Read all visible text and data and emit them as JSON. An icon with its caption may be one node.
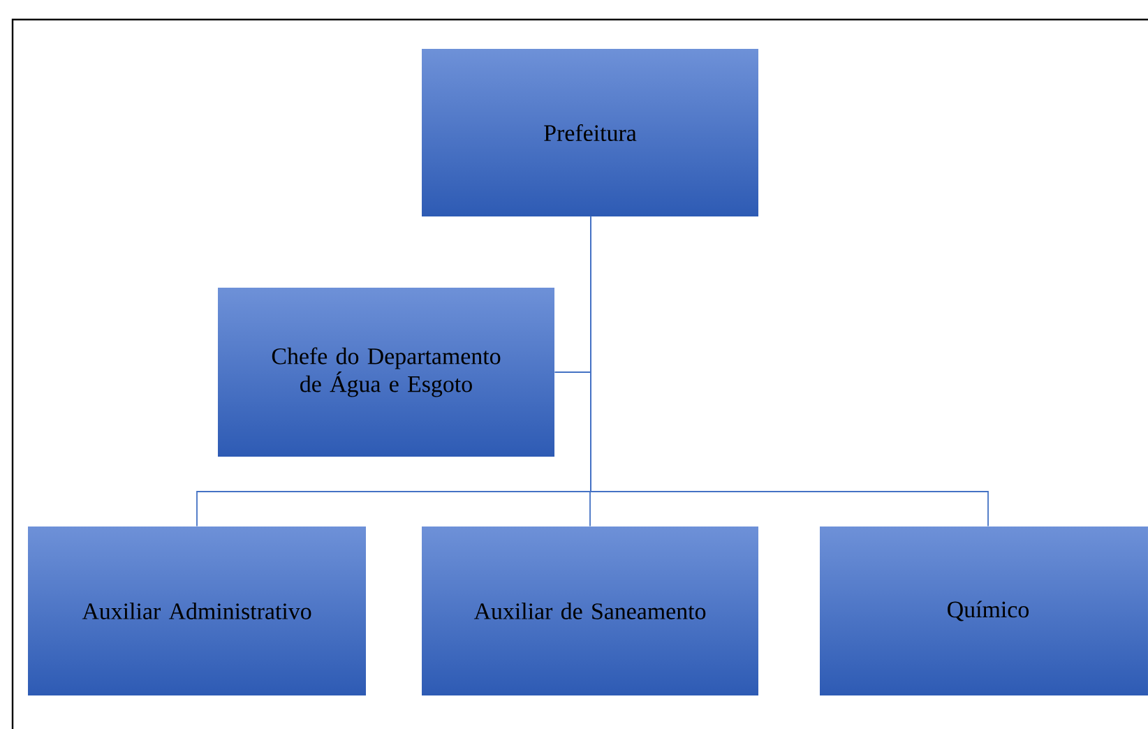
{
  "diagram": {
    "nodes": [
      {
        "text": [
          "Prefeitura"
        ]
      },
      {
        "text": [
          "Chefe do Departamento de Água e Esgoto"
        ]
      },
      {
        "text": [
          "Auxiliar Administrativo"
        ]
      },
      {
        "text": [
          "Auxiliar de Saneamento"
        ]
      },
      {
        "text": [
          "Químico"
        ]
      }
    ],
    "edges": [
      {
        "from": 0,
        "to": 1,
        "arrow": "none"
      },
      {
        "from": 0,
        "to": 2,
        "arrow": "none"
      },
      {
        "from": 0,
        "to": 3,
        "arrow": "none"
      },
      {
        "from": 0,
        "to": 4,
        "arrow": "none"
      }
    ]
  }
}
